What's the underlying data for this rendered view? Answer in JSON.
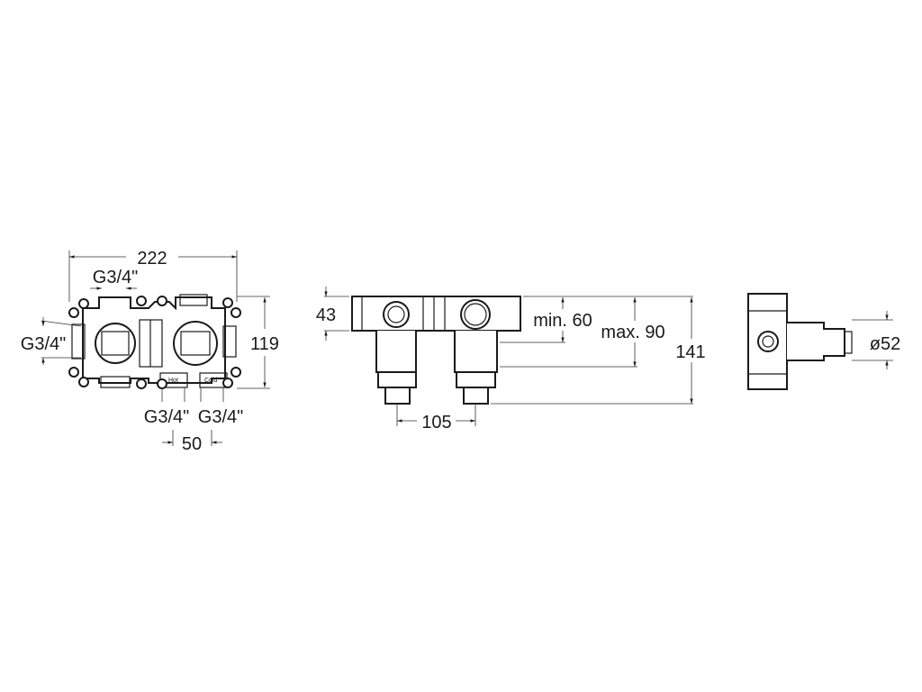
{
  "front_view": {
    "width_label": "222",
    "height_label": "119",
    "top_thread_label": "G3/4\"",
    "left_thread_label": "G3/4\"",
    "hot_thread_label": "G3/4\"",
    "cold_thread_label": "G3/4\"",
    "inlet_spacing_label": "50",
    "hot_marking": "Hot",
    "cold_marking": "Cold"
  },
  "side_view": {
    "body_depth_label": "43",
    "min_depth_label": "min. 60",
    "max_depth_label": "max. 90",
    "total_depth_label": "141",
    "outlet_spacing_label": "105"
  },
  "end_view": {
    "diameter_label": "ø52"
  }
}
